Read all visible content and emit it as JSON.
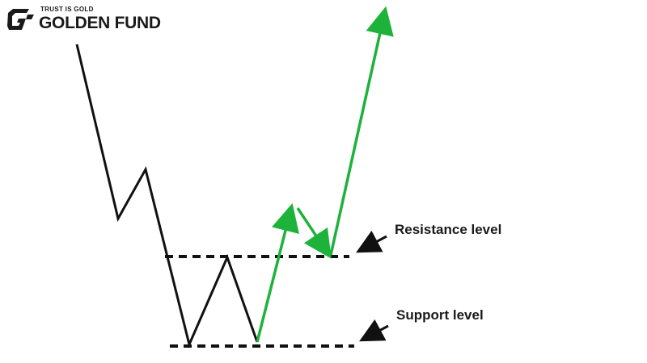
{
  "brand": {
    "tagline": "TRUST IS GOLD",
    "name": "GOLDEN FUND"
  },
  "labels": {
    "resistance": "Resistance level",
    "support": "Support level"
  },
  "colors": {
    "price_path": "#111111",
    "breakout_path": "#1db33a",
    "level_line": "#111111",
    "pointer_arrow": "#111111",
    "text": "#1a1a1a"
  }
}
